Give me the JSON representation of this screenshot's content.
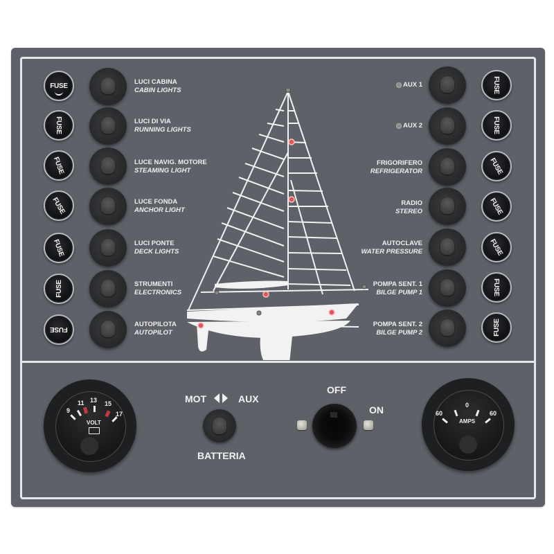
{
  "left_circuits": [
    {
      "label_it": "LUCI CABINA",
      "label_en": "CABIN LIGHTS"
    },
    {
      "label_it": "LUCI DI VIA",
      "label_en": "RUNNING LIGHTS"
    },
    {
      "label_it": "LUCE NAVIG. MOTORE",
      "label_en": "STEAMING LIGHT"
    },
    {
      "label_it": "LUCE FONDA",
      "label_en": "ANCHOR LIGHT"
    },
    {
      "label_it": "LUCI PONTE",
      "label_en": "DECK LIGHTS"
    },
    {
      "label_it": "STRUMENTI",
      "label_en": "ELECTRONICS"
    },
    {
      "label_it": "AUTOPILOTA",
      "label_en": "AUTOPILOT"
    }
  ],
  "right_circuits": [
    {
      "label_it": "AUX 1",
      "label_en": ""
    },
    {
      "label_it": "AUX 2",
      "label_en": ""
    },
    {
      "label_it": "FRIGORIFERO",
      "label_en": "REFRIGERATOR"
    },
    {
      "label_it": "RADIO",
      "label_en": "STEREO"
    },
    {
      "label_it": "AUTOCLAVE",
      "label_en": "WATER PRESSURE"
    },
    {
      "label_it": "POMPA SENT. 1",
      "label_en": "BILGE PUMP 1"
    },
    {
      "label_it": "POMPA SENT. 2",
      "label_en": "BILGE PUMP 2"
    }
  ],
  "fuse_label": "FUSE",
  "voltmeter": {
    "unit": "VOLT",
    "scale": [
      "9",
      "11",
      "13",
      "15",
      "17"
    ],
    "reading": "9"
  },
  "ammeter": {
    "unit": "AMPS",
    "scale": [
      "60",
      "0",
      "60"
    ],
    "reading": "0"
  },
  "battery_selector": {
    "left_label": "MOT",
    "right_label": "AUX",
    "title": "BATTERIA"
  },
  "main_switch": {
    "off_label": "OFF",
    "on_label": "ON"
  },
  "colors": {
    "panel": "#5e6168",
    "border": "#e6e7ea",
    "indicator_red": "#e0555a"
  }
}
